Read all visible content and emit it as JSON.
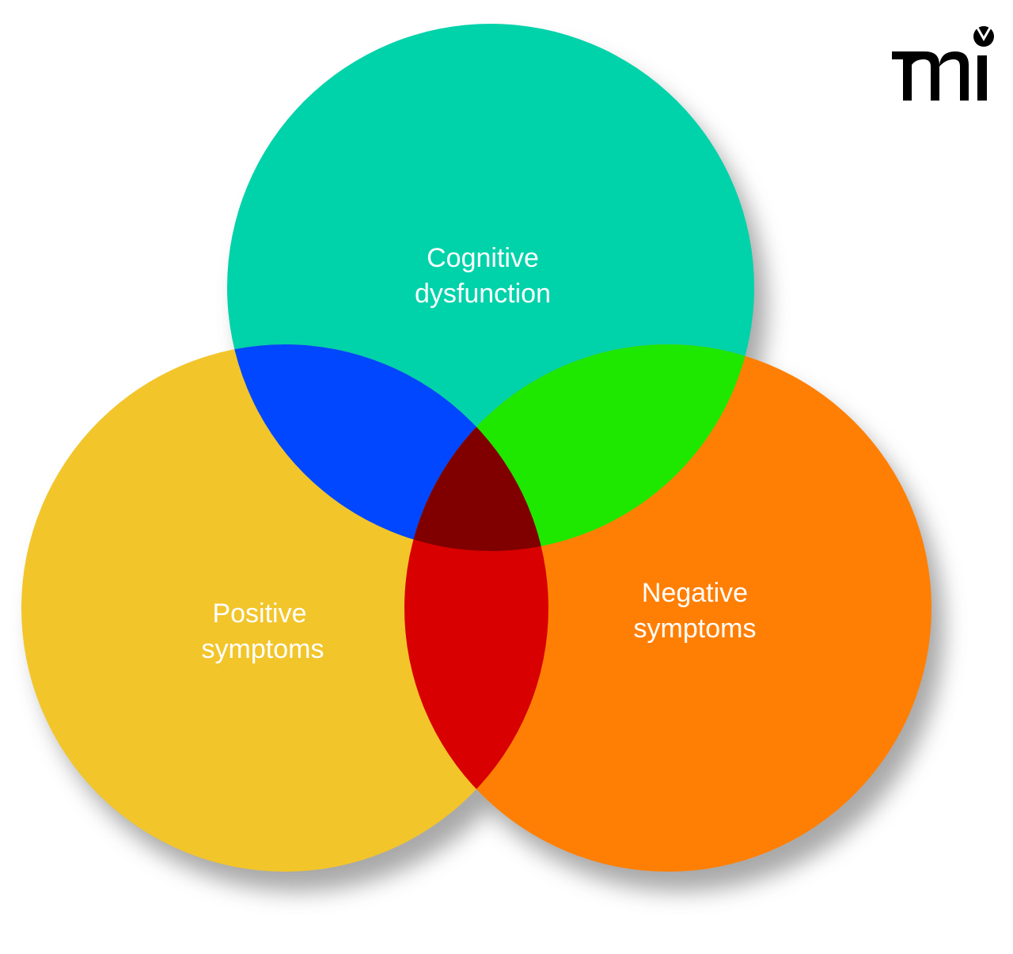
{
  "diagram": {
    "type": "venn",
    "sets": [
      {
        "id": "cognitive",
        "label_lines": [
          "Cognitive",
          "dysfunction"
        ],
        "color": "#00D2AA"
      },
      {
        "id": "positive",
        "label_lines": [
          "Positive",
          "symptoms"
        ],
        "color": "#F2C52A"
      },
      {
        "id": "negative",
        "label_lines": [
          "Negative",
          "symptoms"
        ],
        "color": "#FF7F05"
      }
    ],
    "intersections": [
      {
        "sets": [
          "cognitive",
          "positive"
        ],
        "color": "#0047FF"
      },
      {
        "sets": [
          "cognitive",
          "negative"
        ],
        "color": "#1EE800"
      },
      {
        "sets": [
          "positive",
          "negative"
        ],
        "color": "#D80000"
      },
      {
        "sets": [
          "cognitive",
          "positive",
          "negative"
        ],
        "color": "#800000"
      }
    ],
    "label_color": "#FFFFFF"
  },
  "labels": {
    "cognitive": {
      "line1": "Cognitive",
      "line2": "dysfunction"
    },
    "positive": {
      "line1": "Positive",
      "line2": "symptoms"
    },
    "negative": {
      "line1": "Negative",
      "line2": "symptoms"
    }
  },
  "logo": {
    "name": "mi",
    "color": "#000000"
  }
}
